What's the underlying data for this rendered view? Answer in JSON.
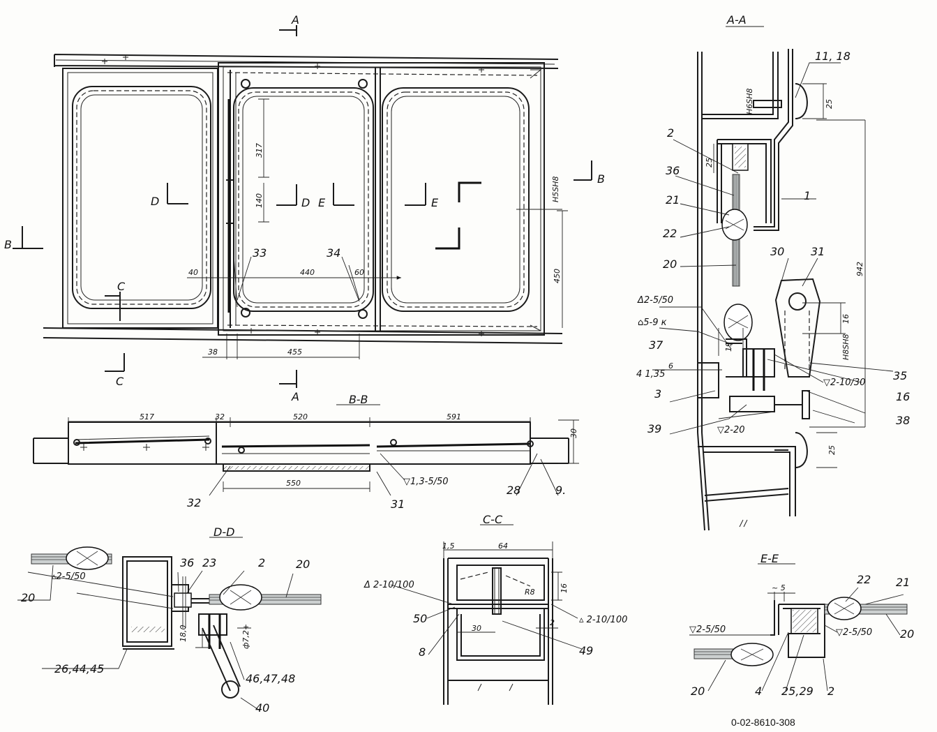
{
  "drawing_code": "0-02-8610-308",
  "main_view": {
    "section_marks": [
      "A",
      "A",
      "B",
      "B",
      "C",
      "C",
      "D",
      "D",
      "E",
      "E"
    ],
    "dims": [
      "317",
      "140",
      "40",
      "440",
      "60",
      "450",
      "38",
      "455",
      "H5SH8"
    ],
    "callouts": [
      "33",
      "34"
    ]
  },
  "section_bb": {
    "title": "B-B",
    "dims": [
      "517",
      "32",
      "520",
      "591",
      "30",
      "550"
    ],
    "weld": "▽1,3-5/50",
    "callouts": [
      "32",
      "31",
      "28",
      "9."
    ]
  },
  "section_aa": {
    "title": "A-A",
    "dims": [
      "H6SH8",
      "25",
      "25",
      "942",
      "16",
      "19",
      "H8SH8",
      "6",
      "25"
    ],
    "welds": [
      "Δ2-5/50",
      "⌂5-9 к",
      "4 1,35",
      "▽2-10/30",
      "▽2-20"
    ],
    "callouts": [
      "11, 18",
      "2",
      "36",
      "21",
      "22",
      "20",
      "1",
      "30",
      "31",
      "37",
      "3",
      "35",
      "16",
      "39",
      "38"
    ]
  },
  "section_dd": {
    "title": "D-D",
    "dims": [
      "18,0",
      "ф7,2+"
    ],
    "weld": "▵2-5/50",
    "callouts": [
      "20",
      "36",
      "23",
      "2",
      "20",
      "26,44,45",
      "46,47,48",
      "40"
    ]
  },
  "section_cc": {
    "title": "C-C",
    "dims": [
      "1,5",
      "64",
      "16",
      "R8",
      "30",
      "2"
    ],
    "welds": [
      "Δ 2-10/100",
      "▵ 2-10/100"
    ],
    "callouts": [
      "50",
      "8",
      "49"
    ]
  },
  "section_ee": {
    "title": "E-E",
    "dims": [
      "~ 5"
    ],
    "welds": [
      "▽2-5/50",
      "▽2-5/50"
    ],
    "callouts": [
      "22",
      "21",
      "20",
      "20",
      "4",
      "25,29",
      "2"
    ]
  }
}
